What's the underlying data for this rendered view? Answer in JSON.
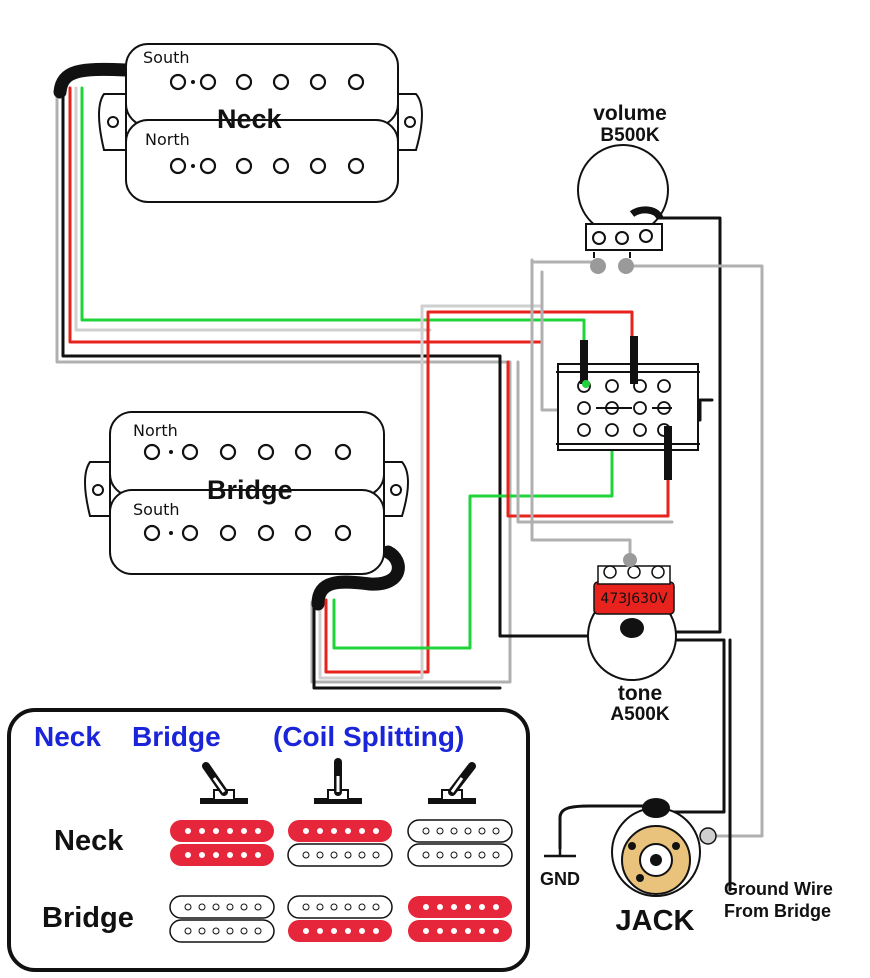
{
  "pickups": {
    "neck": {
      "name": "Neck",
      "top_coil": "South",
      "bottom_coil": "North"
    },
    "bridge": {
      "name": "Bridge",
      "top_coil": "North",
      "bottom_coil": "South"
    }
  },
  "volume": {
    "name": "volume",
    "value": "B500K"
  },
  "tone": {
    "name": "tone",
    "value": "A500K"
  },
  "capacitor": {
    "code": "473J630V"
  },
  "ground": {
    "label": "GND"
  },
  "jack": {
    "label": "JACK"
  },
  "ground_note": {
    "line1": "Ground Wire",
    "line2": "From Bridge"
  },
  "legend": {
    "col_neck": "Neck",
    "col_bridge": "Bridge",
    "col_split": "(Coil Splitting)",
    "row_neck": "Neck",
    "row_bridge": "Bridge"
  },
  "colors": {
    "wire_red": "#e8221c",
    "wire_green": "#1fd43a",
    "wire_black": "#111111",
    "wire_gray": "#b0b0b0",
    "active_coil": "#e5263b",
    "legend_text": "#1a24d8"
  }
}
